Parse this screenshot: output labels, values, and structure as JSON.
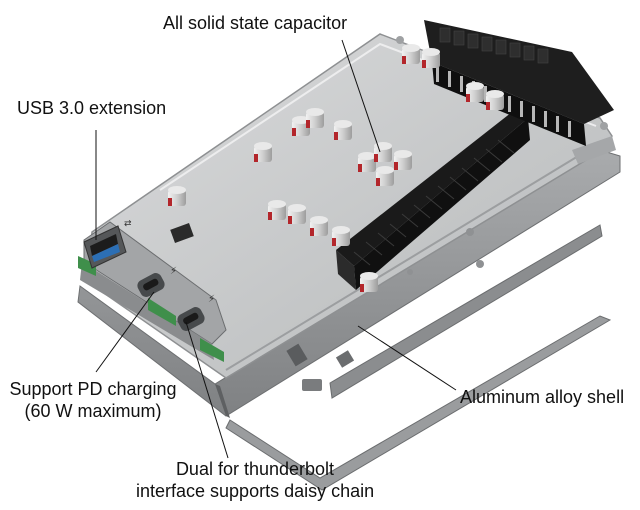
{
  "annotations": {
    "capacitor": "All solid state capacitor",
    "usb": "USB 3.0 extension",
    "pd": [
      "Support PD charging",
      "(60 W maximum)"
    ],
    "shell": "Aluminum alloy shell",
    "thunderbolt": [
      "Dual for thunderbolt",
      "interface supports daisy chain"
    ]
  },
  "colors": {
    "shell": "#c9cacb",
    "shell_edge": "#8e9092",
    "slot": "#1a1a1a",
    "capacitor_body": "#d8d8d8",
    "capacitor_band": "#b3262b",
    "pcb": "#3f8f4b",
    "connector": "#222222",
    "leader_line": "#111111"
  },
  "icons": [
    "thunderbolt-icon",
    "usb-icon"
  ]
}
